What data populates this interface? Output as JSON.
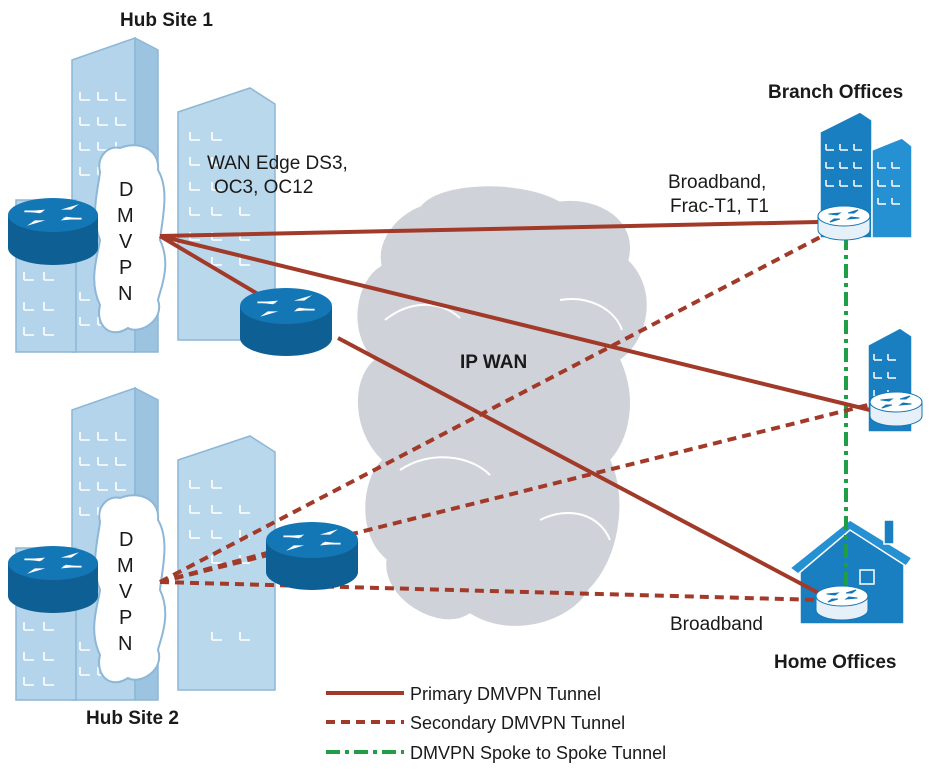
{
  "hub1": {
    "title": "Hub Site 1",
    "dmvpn_letters": [
      "D",
      "M",
      "V",
      "P",
      "N"
    ],
    "wan_edge_line1": "WAN Edge DS3,",
    "wan_edge_line2": "OC3, OC12"
  },
  "hub2": {
    "title": "Hub Site 2",
    "dmvpn_letters": [
      "D",
      "M",
      "V",
      "P",
      "N"
    ]
  },
  "cloud": {
    "label": "IP WAN"
  },
  "branch": {
    "title": "Branch Offices",
    "link_line1": "Broadband,",
    "link_line2": "Frac-T1, T1"
  },
  "home": {
    "title": "Home Offices",
    "link_label": "Broadband"
  },
  "legend": {
    "primary": "Primary DMVPN Tunnel",
    "secondary": "Secondary DMVPN Tunnel",
    "spoke": "DMVPN Spoke to Spoke Tunnel"
  },
  "colors": {
    "building": "#b3d4ea",
    "building_edge": "#8db7d6",
    "cloud": "#cfd3d9",
    "router": "#1477b5",
    "spoke_building": "#1a7fc1",
    "primary_tunnel": "#a23a2a",
    "spoke_tunnel": "#1f9e45"
  }
}
